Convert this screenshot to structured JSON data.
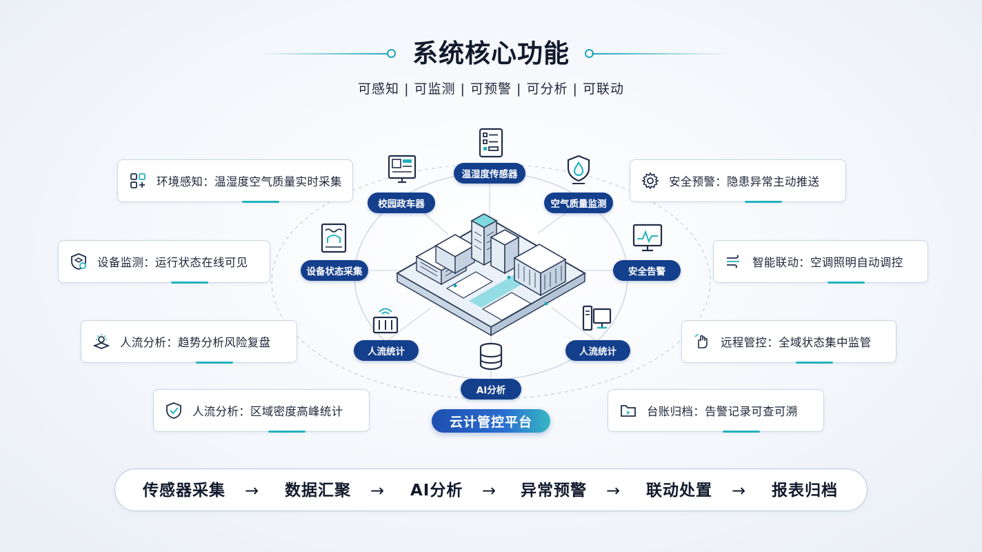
{
  "header": {
    "title": "系统核心功能",
    "subtitle": "可感知 | 可监测 | 可预警 | 可分析 | 可联动"
  },
  "left_cards": [
    {
      "text": "环境感知：温湿度空气质量实时采集",
      "icon": "sensor-grid-icon"
    },
    {
      "text": "设备监测：运行状态在线可见",
      "icon": "device-shield-icon"
    },
    {
      "text": "人流分析：趋势分析风险复盘",
      "icon": "crowd-trend-icon"
    },
    {
      "text": "人流分析：区域密度高峰统计",
      "icon": "shield-check-icon"
    }
  ],
  "right_cards": [
    {
      "text": "安全预警：隐患异常主动推送",
      "icon": "gear-icon"
    },
    {
      "text": "智能联动：空调照明自动调控",
      "icon": "wind-flow-icon"
    },
    {
      "text": "远程管控：全域状态集中监管",
      "icon": "remote-hand-icon"
    },
    {
      "text": "台账归档：告警记录可查可溯",
      "icon": "folder-icon"
    }
  ],
  "center_nodes": [
    {
      "label": "温湿度传感器",
      "icon": "sensor-panel-icon"
    },
    {
      "label": "校园政车器",
      "icon": "monitor-grid-icon"
    },
    {
      "label": "空气质量监测",
      "icon": "shield-flame-icon"
    },
    {
      "label": "设备状态采集",
      "icon": "tablet-chart-icon"
    },
    {
      "label": "安全告警",
      "icon": "monitor-pulse-icon"
    },
    {
      "label": "人流统计",
      "icon": "turnstile-icon"
    },
    {
      "label": "人流统计",
      "icon": "computer-icon"
    },
    {
      "label": "AI分析",
      "icon": "database-icon"
    }
  ],
  "platform_label": "云计管控平台",
  "flow": {
    "steps": [
      "传感器采集",
      "数据汇聚",
      "AI分析",
      "异常预警",
      "联动处置",
      "报表归档"
    ],
    "arrow": "→"
  },
  "colors": {
    "accent_teal": "#21b2be",
    "pill_navy": "#143f8c",
    "text_dark": "#1e2638",
    "card_border": "#c9d5e3"
  }
}
